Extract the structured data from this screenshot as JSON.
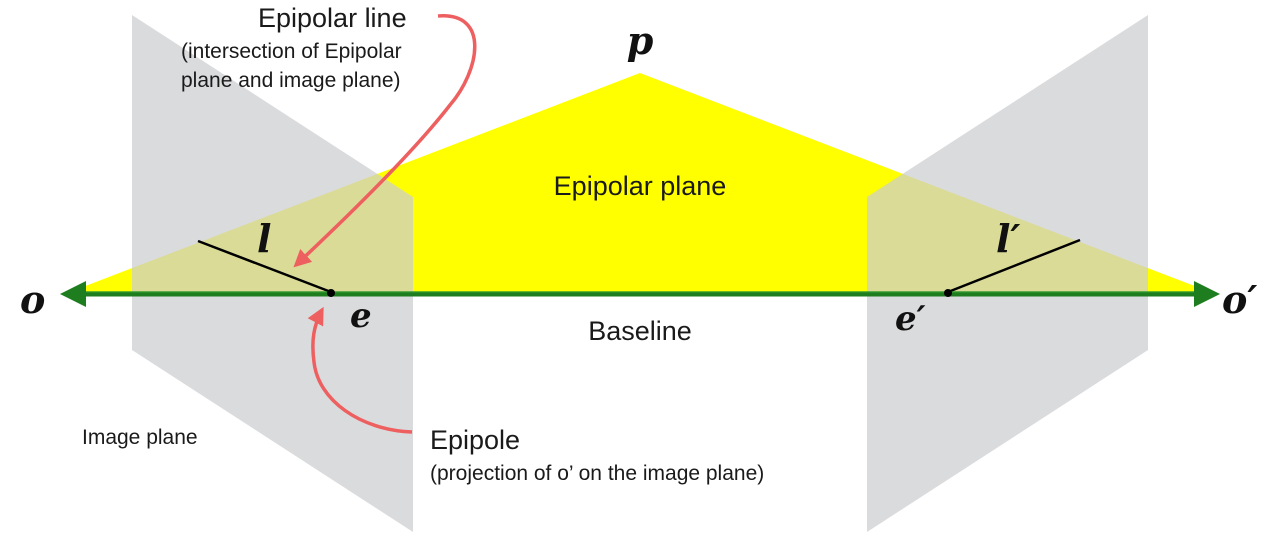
{
  "labels": {
    "p": "p",
    "o": "o",
    "o_prime": "o′",
    "e": "e",
    "e_prime": "e′",
    "l": "l",
    "l_prime": "l′",
    "epipolar_plane": "Epipolar plane",
    "baseline": "Baseline",
    "image_plane": "Image plane",
    "epipolar_line_title": "Epipolar line",
    "epipolar_line_desc_1": "(intersection of Epipolar",
    "epipolar_line_desc_2": "plane and image plane)",
    "epipole_title": "Epipole",
    "epipole_desc": "(projection of o’ on the image plane)"
  },
  "colors": {
    "epipolar_plane": "#ffff00",
    "image_plane": "#d7d8da",
    "baseline": "#1e7d1e",
    "annotation_arrow": "#ee5f5f",
    "epipolar_line": "#000000"
  }
}
